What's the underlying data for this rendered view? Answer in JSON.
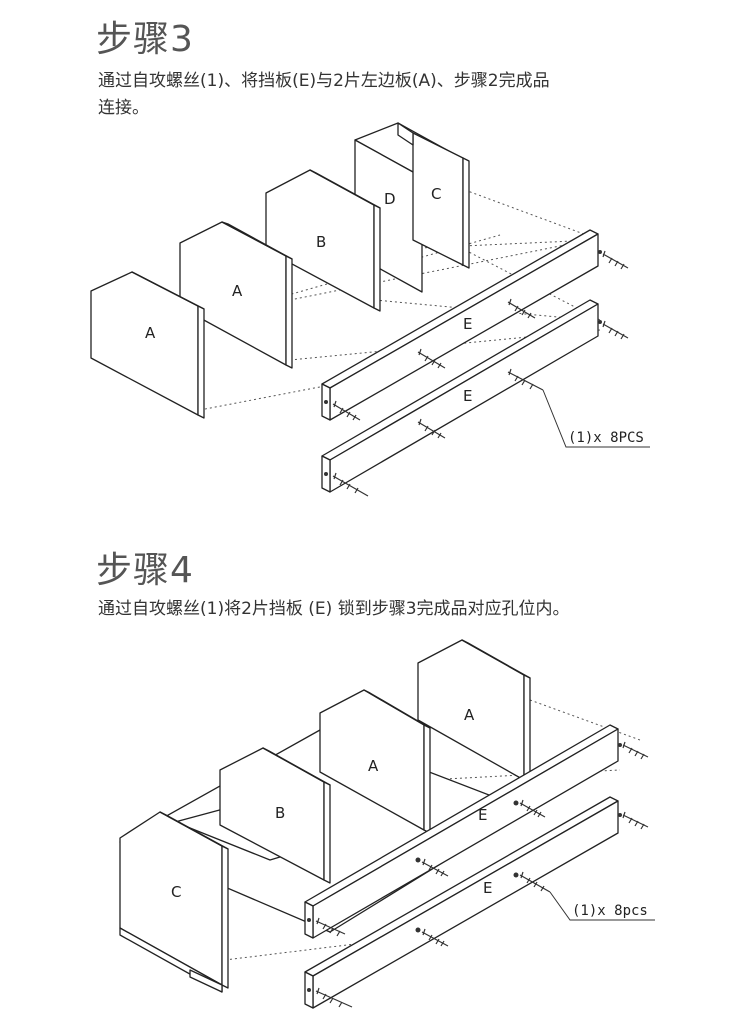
{
  "step3": {
    "title": "步骤3",
    "description_line1": "通过自攻螺丝(1)、将挡板(E)与2片左边板(A)、步骤2完成品",
    "description_line2": "连接。",
    "panel_labels": [
      "A",
      "A",
      "B",
      "D",
      "C",
      "E",
      "E"
    ],
    "callout": "(1)x 8PCS"
  },
  "step4": {
    "title": "步骤4",
    "description": "通过自攻螺丝(1)将2片挡板 (E) 锁到步骤3完成品对应孔位内。",
    "panel_labels": [
      "A",
      "A",
      "B",
      "C",
      "E",
      "E"
    ],
    "callout": "(1)x 8pcs"
  }
}
